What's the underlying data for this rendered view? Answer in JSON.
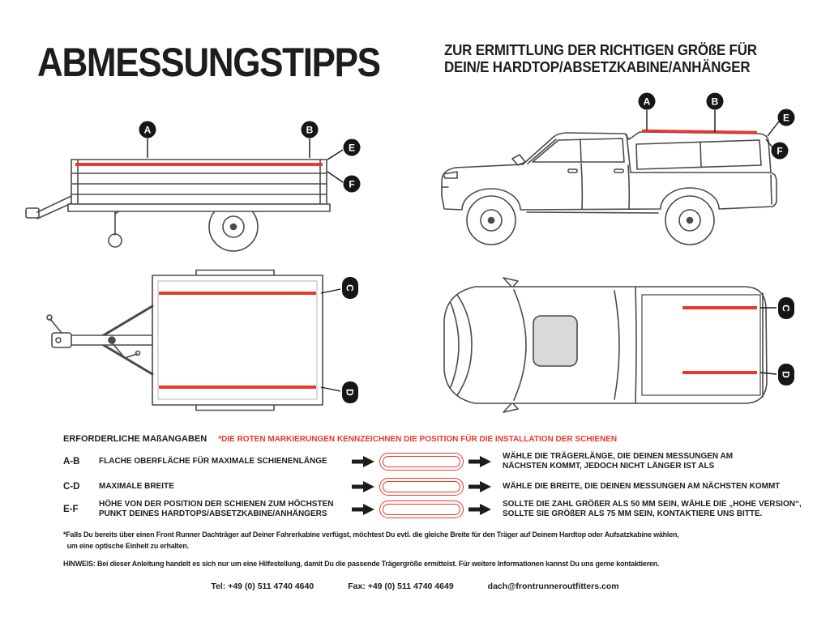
{
  "header": {
    "title": "ABMESSUNGSTIPPS",
    "subtitle": "ZUR ERMITTLUNG DER RICHTIGEN GRÖßE FÜR\nDEIN/E HARDTOP/ABSETZKABINE/ANHÄNGER"
  },
  "markers": {
    "a": "A",
    "b": "B",
    "c": "C",
    "d": "D",
    "e": "E",
    "f": "F"
  },
  "measurements": {
    "section_title": "ERFORDERLICHE MAßANGABEN",
    "red_note": "*DIE ROTEN MARKIERUNGEN KENNZEICHNEN DIE POSITION FÜR DIE INSTALLATION DER SCHIENEN",
    "rows": [
      {
        "key": "A-B",
        "label": "FLACHE OBERFLÄCHE FÜR MAXIMALE SCHIENENLÄNGE",
        "result": "WÄHLE DIE TRÄGERLÄNGE, DIE DEINEN MESSUNGEN AM\nNÄCHSTEN KOMMT, JEDOCH NICHT LÄNGER IST ALS"
      },
      {
        "key": "C-D",
        "label": "MAXIMALE BREITE",
        "result": "WÄHLE DIE BREITE, DIE DEINEN MESSUNGEN AM NÄCHSTEN KOMMT"
      },
      {
        "key": "E-F",
        "label": "HÖHE VON DER POSITION DER SCHIENEN ZUM HÖCHSTEN\nPUNKT DEINES HARDTOPS/ABSETZKABINE/ANHÄNGERS",
        "result": "SOLLTE DIE ZAHL GRÖßER ALS 50 MM SEIN, WÄHLE DIE „HOHE VERSION“,\nSOLLTE SIE GRÖßER ALS 75 MM SEIN, KONTAKTIERE UNS BITTE."
      }
    ]
  },
  "footnotes": {
    "asterisk_note": "*Falls Du bereits über einen Front Runner Dachträger auf Deiner Fahrerkabine verfügst, möchtest Du evtl. die gleiche Breite für den Träger auf Deinem Hardtop oder Aufsatzkabine wählen,\n  um eine optische Einheit zu erhalten.",
    "hinweis": "HINWEIS: Bei dieser Anleitung handelt es sich nur um eine Hilfestellung, damit Du die passende Trägergröße ermittelst. Für weitere Informationen kannst Du uns gerne kontaktieren."
  },
  "contact": {
    "tel": "Tel: +49 (0) 511 4740 4640",
    "fax": "Fax: +49 (0) 511 4740 4649",
    "email": "dach@frontrunneroutfitters.com"
  },
  "colors": {
    "accent_red": "#e8392d",
    "ink": "#1d1d1b",
    "drawing_line": "#4a4a4a"
  }
}
